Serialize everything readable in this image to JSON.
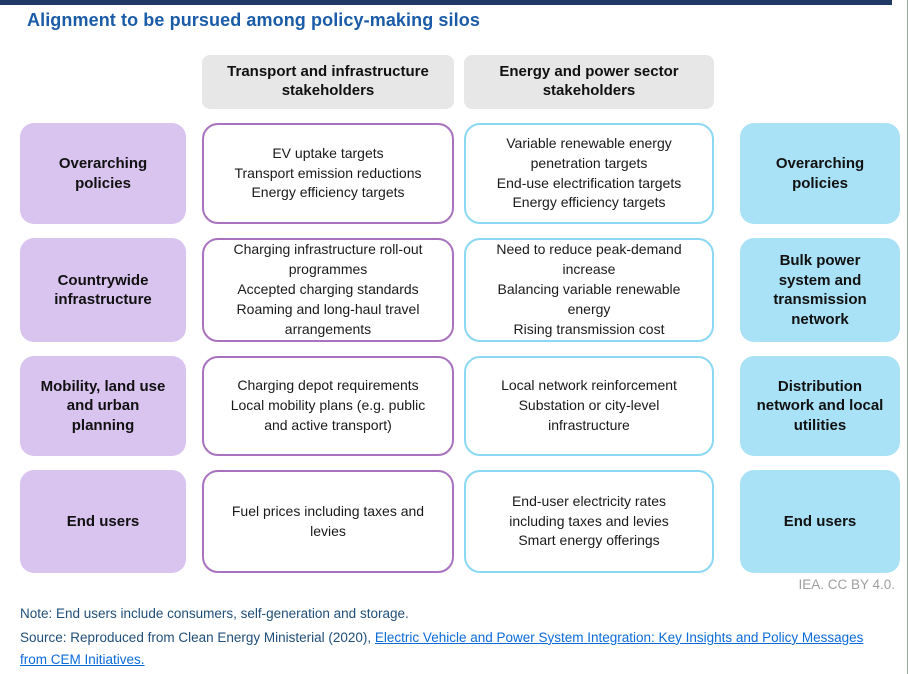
{
  "page": {
    "title": "Alignment to be pursued among policy-making silos",
    "attribution": "IEA. CC BY 4.0."
  },
  "headers": {
    "transport": "Transport and infrastructure stakeholders",
    "energy": "Energy and power sector stakeholders"
  },
  "rows": [
    {
      "left_category": "Overarching policies",
      "transport_items": [
        "EV uptake targets",
        "Transport emission reductions",
        "Energy efficiency targets"
      ],
      "energy_items": [
        "Variable renewable energy penetration targets",
        "End-use electrification targets",
        "Energy efficiency targets"
      ],
      "right_category": "Overarching policies"
    },
    {
      "left_category": "Countrywide infrastructure",
      "transport_items": [
        "Charging infrastructure roll-out programmes",
        "Accepted charging standards",
        "Roaming and long-haul travel arrangements"
      ],
      "energy_items": [
        "Need to reduce peak-demand increase",
        "Balancing variable renewable energy",
        "Rising transmission cost"
      ],
      "right_category": "Bulk power system and transmission network"
    },
    {
      "left_category": "Mobility, land use and urban planning",
      "transport_items": [
        "Charging depot requirements",
        "Local mobility plans (e.g. public and active transport)"
      ],
      "energy_items": [
        "Local network reinforcement",
        "Substation or city-level infrastructure"
      ],
      "right_category": "Distribution network and local utilities"
    },
    {
      "left_category": "End users",
      "transport_items": [
        "Fuel prices including taxes and levies"
      ],
      "energy_items": [
        "End-user electricity rates including taxes and levies",
        "Smart energy offerings"
      ],
      "right_category": "End users"
    }
  ],
  "footer": {
    "note": "Note: End users include consumers, self-generation and storage.",
    "source_prefix": "Source: Reproduced from Clean Energy Ministerial (2020), ",
    "source_link": "Electric Vehicle and Power System Integration: Key Insights and Policy Messages from CEM Initiatives."
  },
  "colors": {
    "top_bar": "#1f3864",
    "title_blue": "#1a5ca8",
    "purple_fill": "#d9c3ef",
    "purple_border": "#a872be",
    "cyan_fill": "#a9e2f6",
    "cyan_border": "#8bd8f5",
    "header_grey": "#e7e7e7",
    "note_navy": "#1f4e79",
    "link_blue": "#0b6bdb",
    "attribution_grey": "#9e9e9e"
  }
}
